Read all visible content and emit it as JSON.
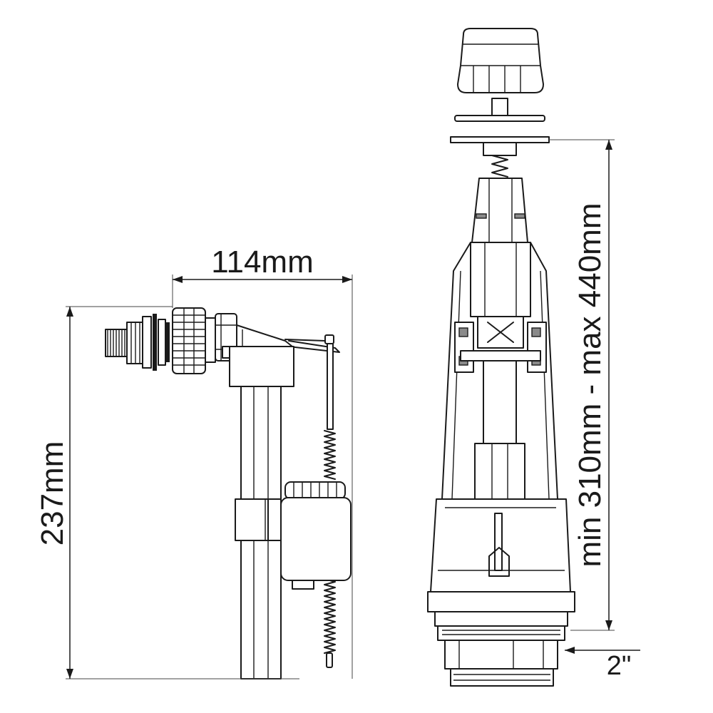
{
  "dimensions": {
    "width_label": "114mm",
    "height_label": "237mm",
    "range_label": "min 310mm - max 440mm",
    "thread_label": "2\""
  },
  "colors": {
    "line": "#1a1a1a",
    "background": "#ffffff"
  }
}
